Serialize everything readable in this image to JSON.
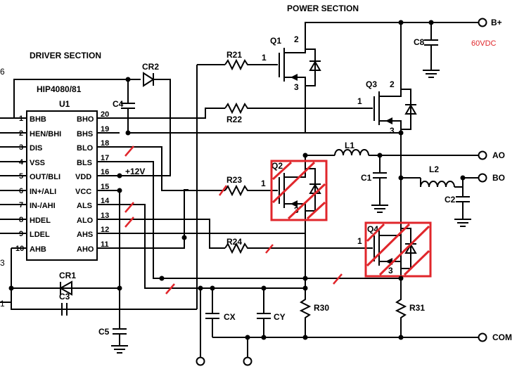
{
  "sections": {
    "power": "POWER SECTION",
    "driver": "DRIVER SECTION",
    "chip": "HIP4080/81"
  },
  "chip_labels": {
    "u1": "U1",
    "c4": "C4"
  },
  "left_pins": [
    {
      "num": "1",
      "name": "BHB"
    },
    {
      "num": "2",
      "name": "HEN/BHI"
    },
    {
      "num": "3",
      "name": "DIS"
    },
    {
      "num": "4",
      "name": "VSS"
    },
    {
      "num": "5",
      "name": "OUT/BLI"
    },
    {
      "num": "6",
      "name": "IN+/ALI"
    },
    {
      "num": "7",
      "name": "IN-/AHI"
    },
    {
      "num": "8",
      "name": "HDEL"
    },
    {
      "num": "9",
      "name": "LDEL"
    },
    {
      "num": "10",
      "name": "AHB"
    }
  ],
  "right_pins": [
    {
      "num": "20",
      "name": "BHO"
    },
    {
      "num": "19",
      "name": "BHS"
    },
    {
      "num": "18",
      "name": "BLO"
    },
    {
      "num": "17",
      "name": "BLS"
    },
    {
      "num": "16",
      "name": "VDD"
    },
    {
      "num": "15",
      "name": "VCC"
    },
    {
      "num": "14",
      "name": "ALS"
    },
    {
      "num": "13",
      "name": "ALO"
    },
    {
      "num": "12",
      "name": "AHS"
    },
    {
      "num": "11",
      "name": "AHO"
    }
  ],
  "components": {
    "q1": "Q1",
    "q2": "Q2",
    "q3": "Q3",
    "q4": "Q4",
    "r21": "R21",
    "r22": "R22",
    "r23": "R23",
    "r24": "R24",
    "r30": "R30",
    "r31": "R31",
    "l1": "L1",
    "l2": "L2",
    "c1": "C1",
    "c2": "C2",
    "c3": "C3",
    "c5": "C5",
    "c8": "C8",
    "cx": "CX",
    "cy": "CY",
    "cr1": "CR1",
    "cr2": "CR2"
  },
  "pin_numbers": {
    "one": "1",
    "two": "2",
    "three": "3"
  },
  "terminals": {
    "bplus": "B+",
    "ao": "AO",
    "bo": "BO",
    "com": "COM"
  },
  "supply": {
    "voltage": "60VDC",
    "vdd": "+12V"
  },
  "edge_labels": {
    "top": "6",
    "mid": "3",
    "low": "1"
  },
  "colors": {
    "annotation": "#e0262b",
    "ink": "#000000"
  }
}
